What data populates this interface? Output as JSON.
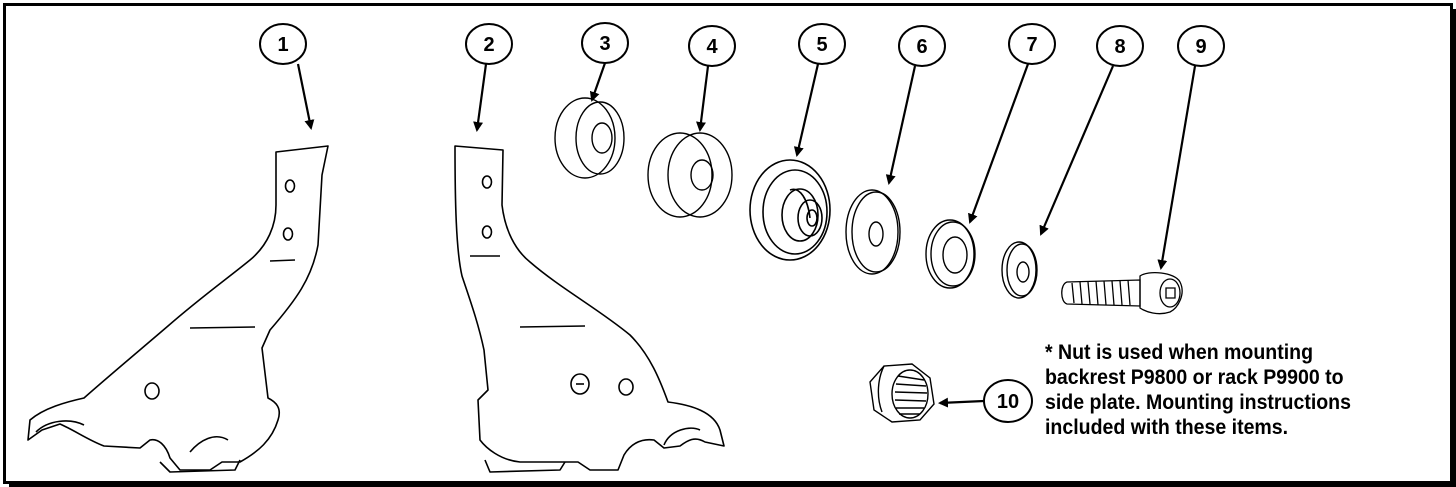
{
  "callouts": [
    {
      "id": "1",
      "label": "1"
    },
    {
      "id": "2",
      "label": "2"
    },
    {
      "id": "3",
      "label": "3"
    },
    {
      "id": "4",
      "label": "4"
    },
    {
      "id": "5",
      "label": "5"
    },
    {
      "id": "6",
      "label": "6"
    },
    {
      "id": "7",
      "label": "7"
    },
    {
      "id": "8",
      "label": "8"
    },
    {
      "id": "9",
      "label": "9"
    },
    {
      "id": "10",
      "label": "10"
    }
  ],
  "note": {
    "lines": [
      "* Nut is used when mounting",
      "backrest P9800 or rack P9900 to",
      "side plate. Mounting instructions",
      "included with these items."
    ]
  },
  "colors": {
    "ink": "#000000",
    "background": "#ffffff"
  }
}
